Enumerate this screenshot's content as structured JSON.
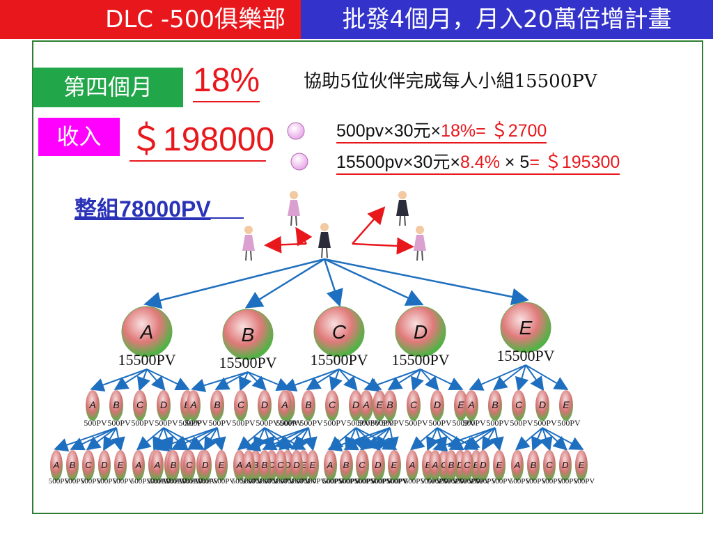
{
  "header": {
    "left_title": "DLC -500俱樂部",
    "right_title": "批發4個月，月入20萬倍增計畫"
  },
  "month": {
    "label": "第四個月",
    "percent": "18%"
  },
  "income": {
    "label": "收入",
    "amount": "＄198000"
  },
  "assist_text": "協助5位伙伴完成每人小組15500PV",
  "formulas": {
    "line1": {
      "prefix": "500pv×30元×",
      "red": "18%=  ＄2700"
    },
    "line2": {
      "prefix": "15500pv×30元×",
      "red1": "8.4%",
      "mid": " × 5",
      "red2": "=  ＄195300"
    }
  },
  "group_total": {
    "prefix": "整組",
    "value": "78000PV"
  },
  "colors": {
    "header_red": "#e8171c",
    "header_blue": "#3333cc",
    "green": "#22a64a",
    "magenta": "#ff00ff",
    "arrow_blue": "#1e6fbf",
    "node_green": "#5fbf4a",
    "node_red": "#d9534f"
  },
  "tree": {
    "partners": [
      {
        "letter": "A",
        "pv": "15500PV"
      },
      {
        "letter": "B",
        "pv": "15500PV"
      },
      {
        "letter": "C",
        "pv": "15500PV"
      },
      {
        "letter": "D",
        "pv": "15500PV"
      },
      {
        "letter": "E",
        "pv": "15500PV"
      }
    ],
    "sub_letters": [
      "A",
      "B",
      "C",
      "D",
      "E"
    ],
    "sub_pv": "500PV"
  }
}
